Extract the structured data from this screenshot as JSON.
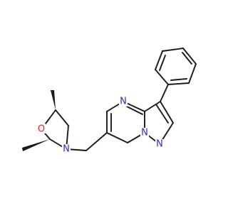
{
  "molecule": {
    "atoms": {
      "o_morph": {
        "text": "O",
        "color": "#e8281e"
      },
      "n_morph": {
        "text": "N",
        "color": "#2b2bd6"
      },
      "n_pyrim": {
        "text": "N",
        "color": "#2b2bd6"
      },
      "n_bridge": {
        "text": "N",
        "color": "#2b2bd6"
      },
      "n_pyraz": {
        "text": "N",
        "color": "#2b2bd6"
      }
    },
    "bond_color": "#1a1a1a"
  }
}
